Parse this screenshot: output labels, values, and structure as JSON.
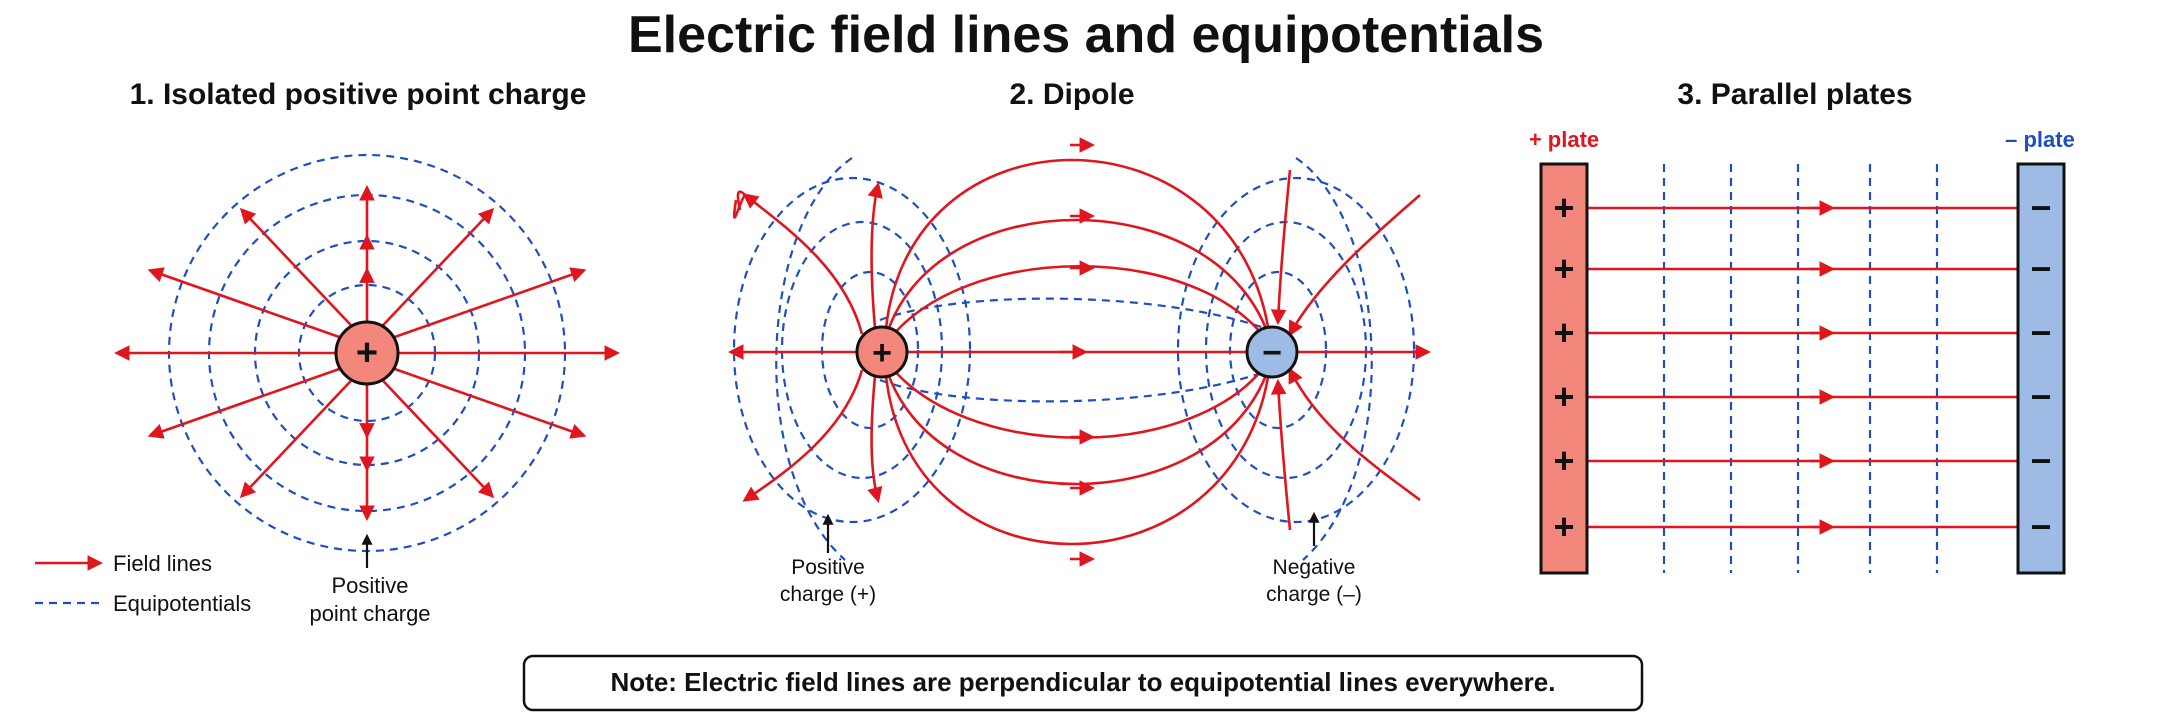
{
  "title": "Electric field lines and equipotentials",
  "panels": {
    "isolated": {
      "title": "1. Isolated positive point charge",
      "charge_symbol": "+",
      "pointer_label": [
        "Positive",
        "point charge"
      ]
    },
    "dipole": {
      "title": "2. Dipole",
      "positive_symbol": "+",
      "negative_symbol": "−",
      "positive_label": [
        "Positive",
        "charge (+)"
      ],
      "negative_label": [
        "Negative",
        "charge (–)"
      ]
    },
    "plates": {
      "title": "3. Parallel plates",
      "positive_label": "+ plate",
      "negative_label": "– plate",
      "plus_symbol": "+",
      "minus_symbol": "−"
    }
  },
  "legend": {
    "field_lines": "Field lines",
    "equipotentials": "Equipotentials"
  },
  "note": "Note: Electric field lines are perpendicular to equipotential lines everywhere.",
  "colors": {
    "field": "#e0161e",
    "equipotential": "#1f4fbf",
    "positive_fill": "#f4877c",
    "negative_fill": "#9ebbe6",
    "plus_text": "#e0161e",
    "minus_text": "#1f4fbf"
  }
}
